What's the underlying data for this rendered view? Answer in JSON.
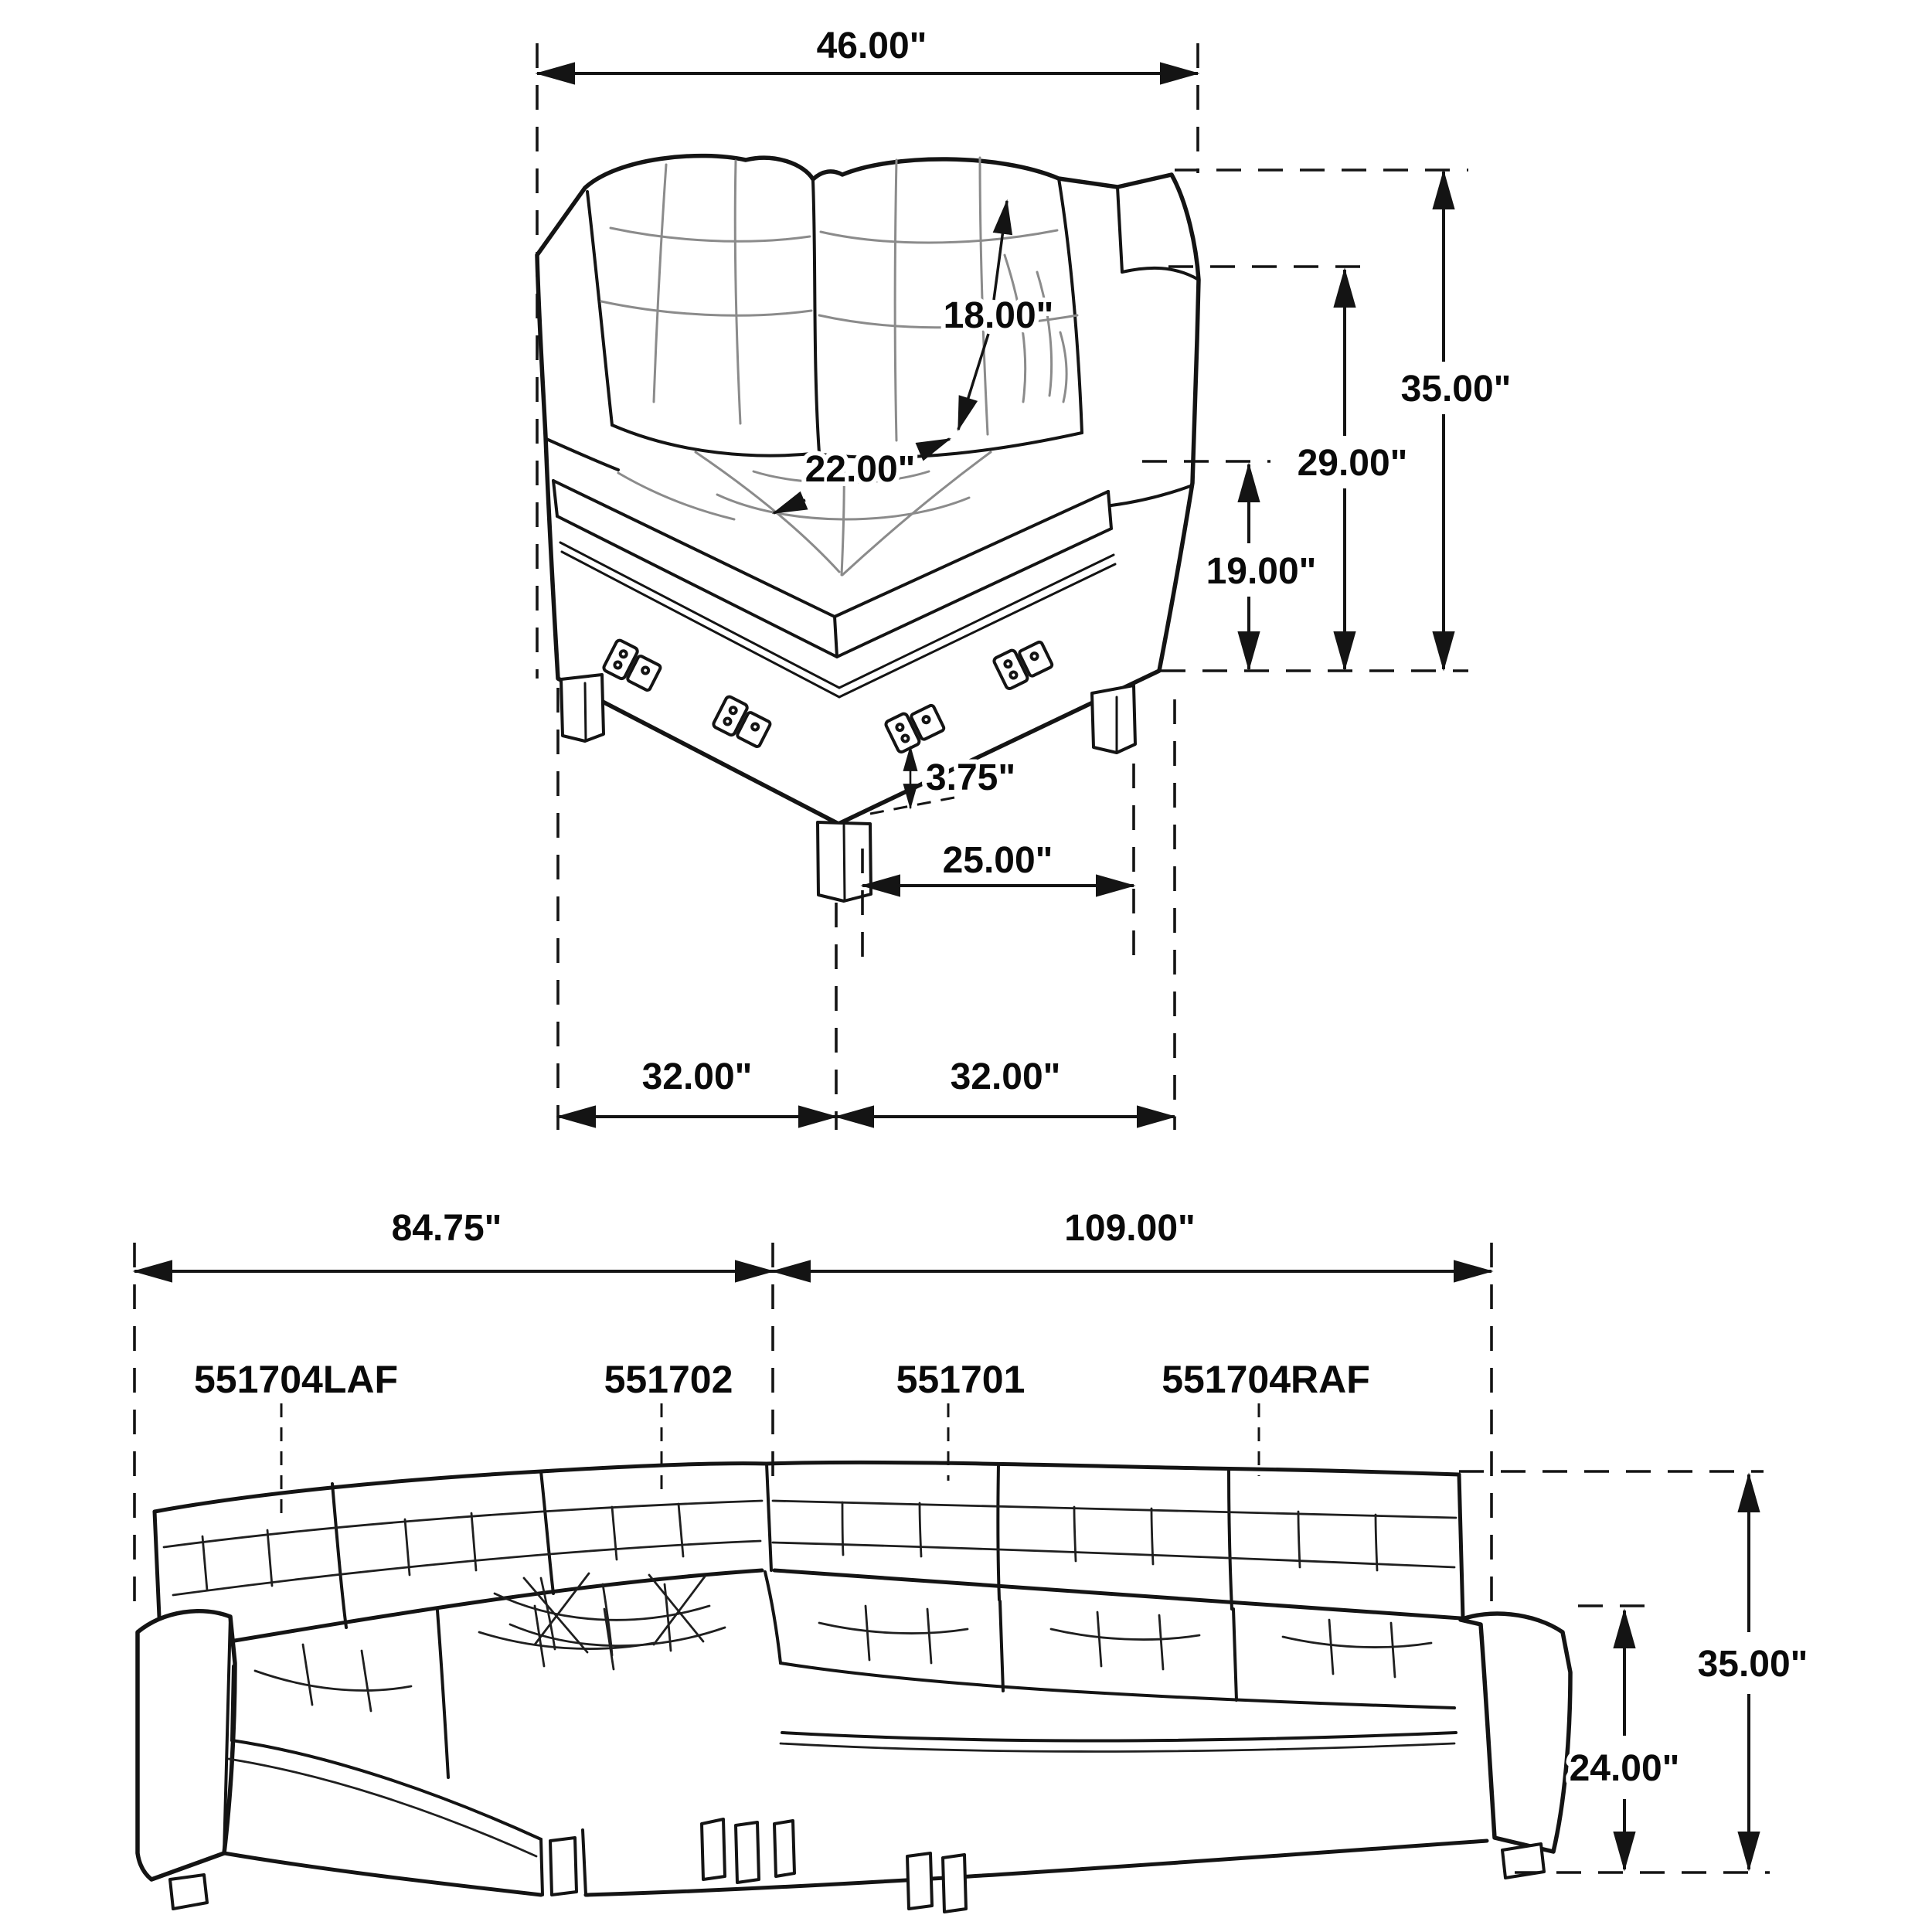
{
  "diagram": {
    "background": "#ffffff",
    "line_color": "#141414",
    "seam_color": "#8b8b8b"
  },
  "corner_module_view": {
    "dimensions": {
      "overall_width": "46.00\"",
      "back_cushion_height": "18.00\"",
      "seat_depth": "22.00\"",
      "overall_height": "35.00\"",
      "back_height": "29.00\"",
      "seat_height": "19.00\"",
      "leg_height": "3.75\"",
      "leg_spacing": "25.00\"",
      "footprint_left": "32.00\"",
      "footprint_right": "32.00\""
    }
  },
  "sectional_view": {
    "dimensions": {
      "left_section_width": "84.75\"",
      "right_section_width": "109.00\"",
      "overall_height": "35.00\"",
      "arm_height": "24.00\""
    },
    "part_labels": [
      "551704LAF",
      "551702",
      "551701",
      "551704RAF"
    ]
  }
}
